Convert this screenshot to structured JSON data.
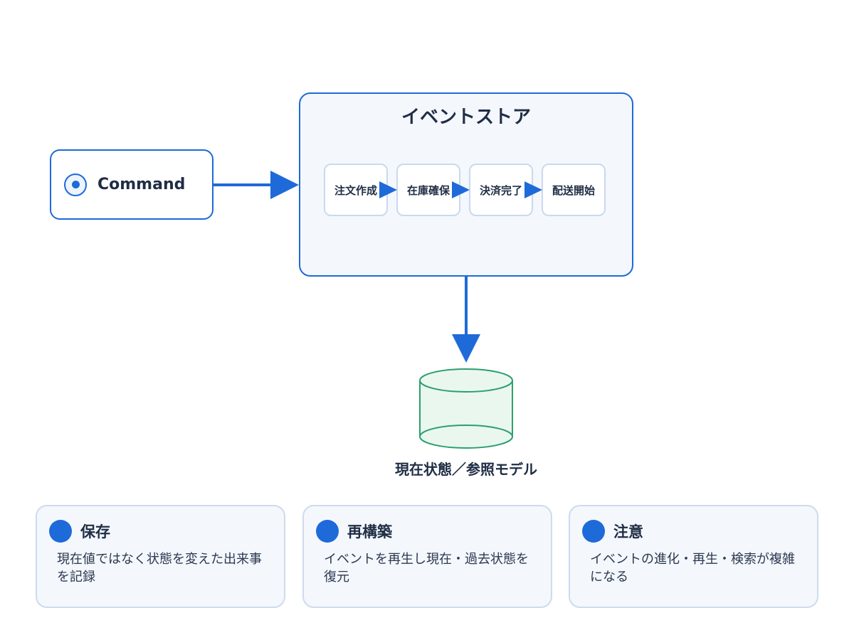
{
  "command": {
    "label": "Command",
    "icon": "target-icon"
  },
  "event_store": {
    "title": "イベントストア",
    "events": [
      "注文作成",
      "在庫確保",
      "決済完了",
      "配送開始"
    ]
  },
  "projection": {
    "label": "現在状態／参照モデル",
    "icon": "database-icon"
  },
  "cards": [
    {
      "title": "保存",
      "text": "現在値ではなく状態を変えた出来事を記録"
    },
    {
      "title": "再構築",
      "text": "イベントを再生し現在・過去状態を復元"
    },
    {
      "title": "注意",
      "text": "イベントの進化・再生・検索が複雑になる"
    }
  ],
  "colors": {
    "accent": "#1e6ad9",
    "database_stroke": "#2e9e6e",
    "database_fill": "#e9f7ef",
    "panel_fill": "#f4f7fc"
  }
}
